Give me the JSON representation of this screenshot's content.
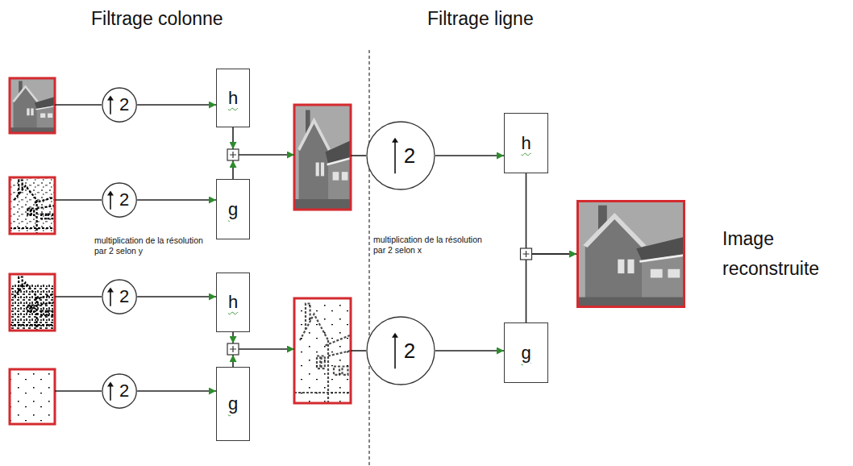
{
  "diagram": {
    "nodes": [
      {
        "text": [
          "2"
        ]
      },
      {
        "text": [
          "h"
        ]
      },
      {
        "text": [
          "2"
        ]
      },
      {
        "text": [
          "g"
        ]
      },
      {
        "text": [
          "2"
        ]
      },
      {
        "text": [
          "h"
        ]
      },
      {
        "text": [
          "2"
        ]
      },
      {
        "text": [
          "g"
        ]
      },
      {
        "text": [
          "2"
        ]
      },
      {
        "text": [
          "h"
        ]
      },
      {
        "text": [
          "2"
        ]
      },
      {
        "text": [
          "g"
        ]
      },
      {
        "text": [
          "Image reconstruite"
        ]
      }
    ],
    "edges": [
      {
        "from": 0,
        "to": 1,
        "arrow": "to"
      },
      {
        "from": 2,
        "to": 3,
        "arrow": "to"
      },
      {
        "from": 4,
        "to": 5,
        "arrow": "to"
      },
      {
        "from": 6,
        "to": 7,
        "arrow": "to"
      },
      {
        "from": 8,
        "to": 9,
        "arrow": "to"
      },
      {
        "from": 10,
        "to": 11,
        "arrow": "to"
      },
      {
        "from": 9,
        "to": 12,
        "arrow": "to"
      },
      {
        "from": 11,
        "to": 12,
        "arrow": "to"
      }
    ],
    "labels": [
      "Filtrage colonne",
      "Filtrage ligne",
      "multiplication de la résolution par 2 selon y",
      "multiplication de la résolution par 2 selon x"
    ]
  }
}
